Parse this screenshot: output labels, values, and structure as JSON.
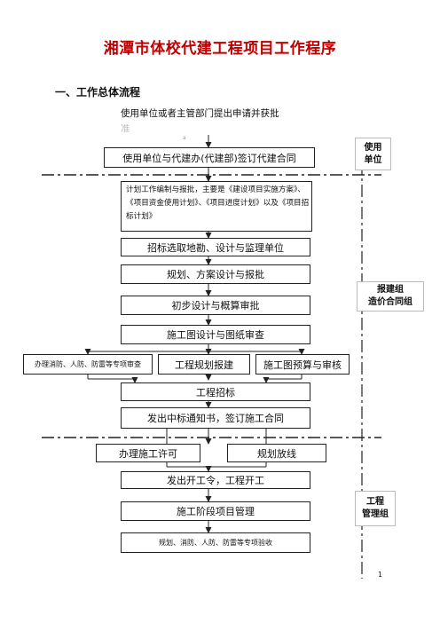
{
  "doc": {
    "title": "湘潭市体校代建工程项目工作程序",
    "section_heading": "一、工作总体流程",
    "intro_text": "使用单位或者主管部门提出申请并获批",
    "intro_text_cut": "准",
    "mark": "a",
    "page_number": "1"
  },
  "steps": {
    "sign_agency": "使用单位与代建办(代建部)签订代建合同",
    "plan_report": "计划工作编制与报批，主要是《建设项目实施方案》、《项目资金使用计划》、《项目进度计划》以及《项目招标计划》",
    "select_units": "招标选取地勘、设计与监理单位",
    "planning_design": "规划、方案设计与报批",
    "preliminary_design": "初步设计与概算审批",
    "construction_drawing": "施工图设计与图纸审查",
    "special_review": "办理消防、人防、防雷等专项审查",
    "planning_permit": "工程规划报建",
    "budget_review": "施工图预算与审核",
    "tendering": "工程招标",
    "bid_contract": "发出中标通知书，签订施工合同",
    "construction_permit": "办理施工许可",
    "setting_out": "规划放线",
    "start_order": "发出开工令，工程开工",
    "stage_management": "施工阶段项目管理",
    "acceptance": "规划、消防、人防、防雷等专项验收"
  },
  "groups": {
    "user_unit": "使用\n单位",
    "report_cost_group": "报建组\n造价合同组",
    "engineering_group": "工程\n管理组"
  }
}
